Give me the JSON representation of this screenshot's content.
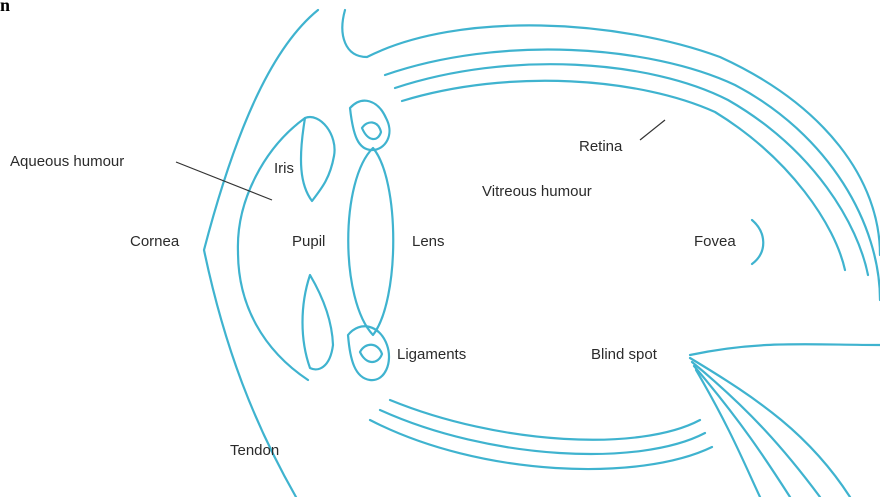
{
  "diagram": {
    "corner_fragment": "n",
    "stroke_color": "#3fb3cf",
    "labels": {
      "aqueous_humour": "Aqueous humour",
      "iris": "Iris",
      "cornea": "Cornea",
      "pupil": "Pupil",
      "lens": "Lens",
      "retina": "Retina",
      "vitreous_humour": "Vitreous humour",
      "fovea": "Fovea",
      "ligaments": "Ligaments",
      "blind_spot": "Blind spot",
      "tendon": "Tendon"
    }
  }
}
